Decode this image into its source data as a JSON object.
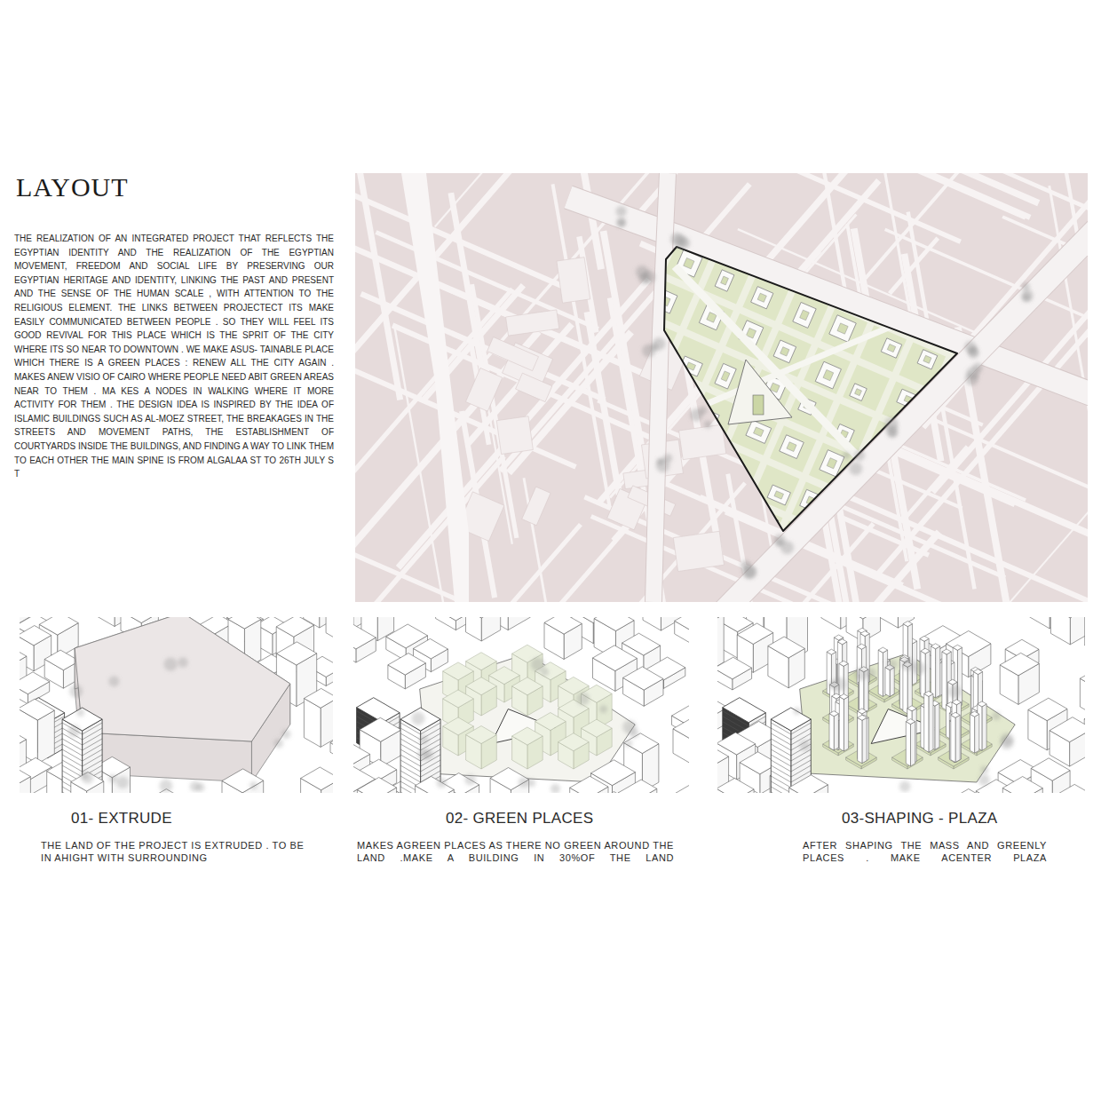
{
  "diagram": {
    "title": "LAYOUT",
    "labels": [
      "THE REALIZATION OF AN INTEGRATED PROJECT THAT REFLECTS THE EGYPTIAN IDENTITY AND THE REALIZATION OF THE EGYPTIAN MOVEMENT, FREEDOM AND SOCIAL LIFE BY PRESERVING OUR EGYPTIAN HERITAGE AND IDENTITY, LINKING THE PAST AND PRESENT AND THE SENSE OF THE HUMAN SCALE , WITH ATTENTION TO THE RELIGIOUS ELEMENT. THE LINKS BETWEEN PROJECTECT ITS MAKE EASILY COMMUNICATED BETWEEN PEOPLE . SO THEY WILL FEEL ITS GOOD REVIVAL FOR THIS PLACE WHICH IS THE SPRIT OF THE CITY WHERE ITS SO NEAR TO DOWNTOWN . WE MAKE ASUS- TAINABLE PLACE WHICH THERE IS A GREEN PLACES : RENEW ALL THE CITY AGAIN . MAKES ANEW VISIO OF CAIRO WHERE PEOPLE NEED ABIT GREEN AREAS NEAR TO THEM . MA KES A NODES IN WALKING WHERE IT MORE ACTIVITY FOR THEM . THE DESIGN IDEA IS INSPIRED BY THE IDEA OF ISLAMIC BUILDINGS SUCH AS AL-MOEZ STREET, THE BREAKAGES IN THE STREETS AND MOVEMENT PATHS, THE ESTABLISHMENT OF COURTYARDS INSIDE THE BUILDINGS, AND FINDING A WAY TO LINK THEM TO EACH OTHER THE MAIN SPINE IS FROM ALGALAA ST TO 26TH JULY S T",
      "01- EXTRUDE",
      "THE LAND OF THE PROJECT IS EXTRUDED . TO BE IN AHIGHT WITH SURROUNDING",
      "02- GREEN PLACES",
      "MAKES AGREEN PLACES AS THERE NO GREEN AROUND THE LAND .MAKE A BUILDING IN 30%OF THE LAND",
      "03-SHAPING - PLAZA",
      "AFTER SHAPING THE MASS AND GREENLY PLACES . MAKE ACENTER PLAZA"
    ]
  }
}
